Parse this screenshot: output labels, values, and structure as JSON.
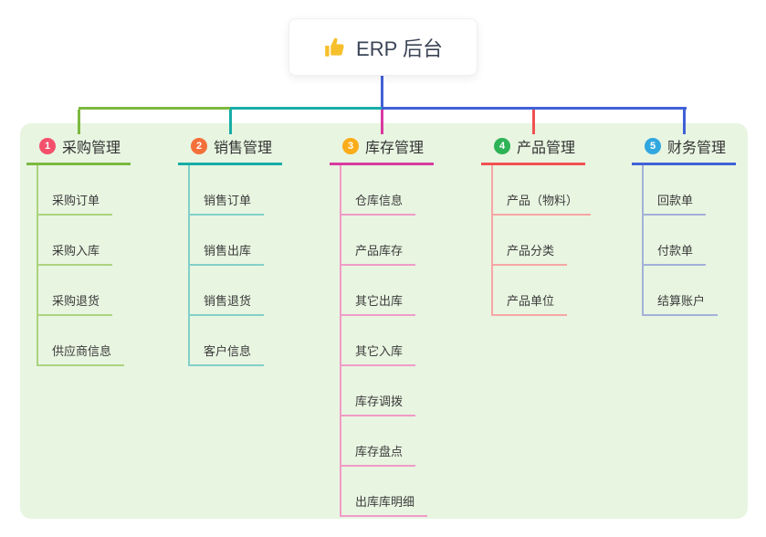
{
  "panel": {
    "bg": "#e8f5e1"
  },
  "root": {
    "label": "ERP 后台",
    "icon": "thumbs-up-icon",
    "icon_color": "#f6c02d",
    "connector_color": "#4161d7"
  },
  "branches": [
    {
      "index": "1",
      "label": "采购管理",
      "badge_color": "#f4506c",
      "line_color": "#7cb940",
      "child_line_color": "#abd37f",
      "children": [
        "采购订单",
        "采购入库",
        "采购退货",
        "供应商信息"
      ]
    },
    {
      "index": "2",
      "label": "销售管理",
      "badge_color": "#f4703b",
      "line_color": "#17ada6",
      "child_line_color": "#82d0c9",
      "children": [
        "销售订单",
        "销售出库",
        "销售退货",
        "客户信息"
      ]
    },
    {
      "index": "3",
      "label": "库存管理",
      "badge_color": "#fbac19",
      "line_color": "#d83aa0",
      "child_line_color": "#f09bc8",
      "children": [
        "仓库信息",
        "产品库存",
        "其它出库",
        "其它入库",
        "库存调拨",
        "库存盘点",
        "出库库明细"
      ]
    },
    {
      "index": "4",
      "label": "产品管理",
      "badge_color": "#2db356",
      "line_color": "#f15152",
      "child_line_color": "#f7a6a5",
      "children": [
        "产品（物料）",
        "产品分类",
        "产品单位"
      ]
    },
    {
      "index": "5",
      "label": "财务管理",
      "badge_color": "#31a7df",
      "line_color": "#4161d7",
      "child_line_color": "#a3b0d8",
      "children": [
        "回款单",
        "付款单",
        "结算账户"
      ]
    }
  ]
}
